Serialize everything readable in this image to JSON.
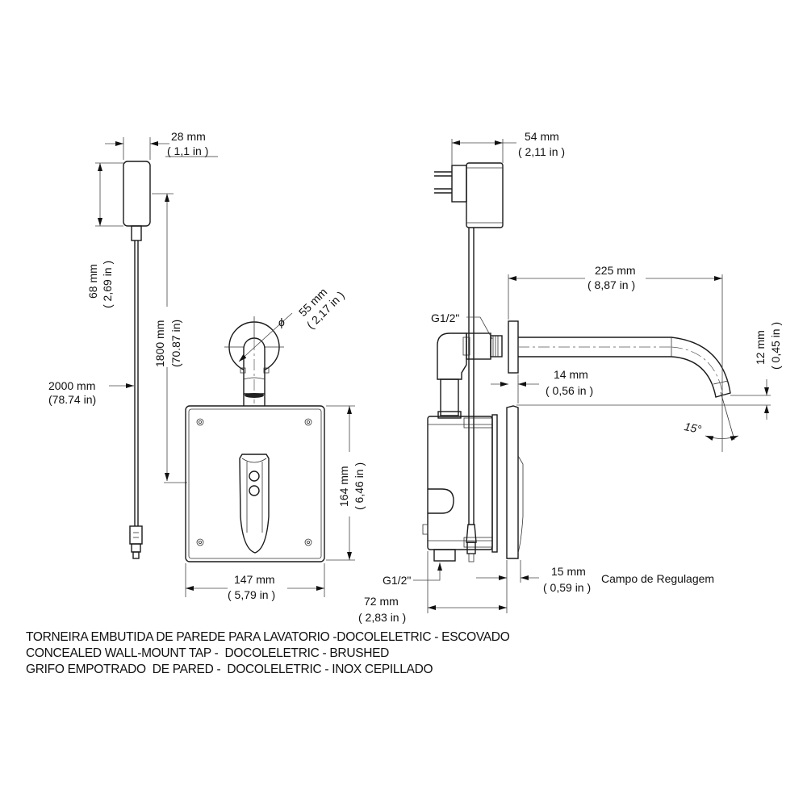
{
  "drawing": {
    "title_lines": [
      "TORNEIRA EMBUTIDA DE PAREDE PARA LAVATORIO -DOCOLELETRIC - ESCOVADO",
      "CONCEALED WALL-MOUNT TAP -  DOCOLELETRIC - BRUSHED",
      "GRIFO EMPOTRADO  DE PARED -  DOCOLELETRIC - INOX CEPILLADO"
    ],
    "front_view": {
      "adapter_width": {
        "mm": "28 mm",
        "in": "( 1,1 in )"
      },
      "adapter_height": {
        "mm": "68 mm",
        "in": "( 2,69 in )"
      },
      "cable_length": {
        "mm": "2000 mm",
        "in": "(78.74 in)"
      },
      "install_height": {
        "mm": "1800 mm",
        "in": "(70.87 in)"
      },
      "flange_diameter": {
        "symbol": "ϕ",
        "mm": "55 mm",
        "in": "( 2,17 in )"
      },
      "plate_height": {
        "mm": "164 mm",
        "in": "( 6,46 in )"
      },
      "plate_width": {
        "mm": "147 mm",
        "in": "( 5,79 in )"
      }
    },
    "side_view": {
      "adapter_depth": {
        "mm": "54 mm",
        "in": "( 2,11 in )"
      },
      "spout_length": {
        "mm": "225 mm",
        "in": "( 8,87 in )"
      },
      "spout_drop": {
        "mm": "12 mm",
        "in": "( 0,45 in )"
      },
      "flange_offset": {
        "mm": "14 mm",
        "in": "( 0,56 in )"
      },
      "spout_angle": "15°",
      "thread_top": "G1/2\"",
      "thread_bottom": "G1/2\"",
      "adjustment_range": {
        "mm": "15 mm",
        "in": "( 0,59 in )",
        "label": "Campo de Regulagem"
      },
      "box_depth": {
        "mm": "72 mm",
        "in": "( 2,83 in )"
      }
    }
  }
}
